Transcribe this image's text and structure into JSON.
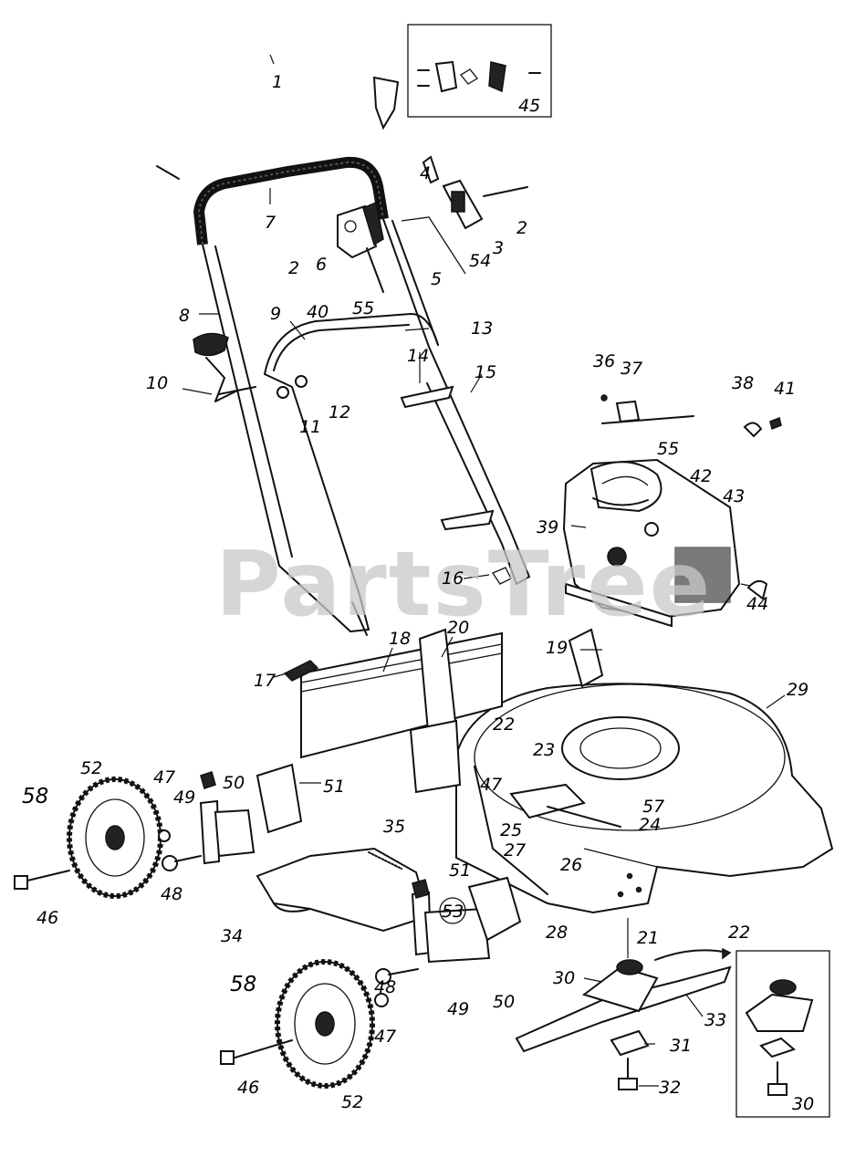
{
  "watermark": "PartsTree",
  "callouts": {
    "c1": "1",
    "c2a": "2",
    "c2b": "2",
    "c3": "3",
    "c4": "4",
    "c5": "5",
    "c6": "6",
    "c7": "7",
    "c8": "8",
    "c9": "9",
    "c10": "10",
    "c11": "11",
    "c12": "12",
    "c13": "13",
    "c14": "14",
    "c15": "15",
    "c16": "16",
    "c17": "17",
    "c18": "18",
    "c19": "19",
    "c20": "20",
    "c21": "21",
    "c22a": "22",
    "c22b": "22",
    "c23": "23",
    "c24": "24",
    "c25": "25",
    "c26": "26",
    "c27": "27",
    "c28": "28",
    "c29": "29",
    "c30a": "30",
    "c30b": "30",
    "c31": "31",
    "c32": "32",
    "c33": "33",
    "c34": "34",
    "c35": "35",
    "c36": "36",
    "c37": "37",
    "c38": "38",
    "c39": "39",
    "c40": "40",
    "c41": "41",
    "c42": "42",
    "c43": "43",
    "c44": "44",
    "c45": "45",
    "c46a": "46",
    "c46b": "46",
    "c47a": "47",
    "c47b": "47",
    "c47c": "47",
    "c48a": "48",
    "c48b": "48",
    "c49a": "49",
    "c49b": "49",
    "c50a": "50",
    "c50b": "50",
    "c51a": "51",
    "c51b": "51",
    "c52a": "52",
    "c52b": "52",
    "c53": "53",
    "c54": "54",
    "c55a": "55",
    "c55b": "55",
    "c57": "57",
    "c58a": "58",
    "c58b": "58"
  }
}
